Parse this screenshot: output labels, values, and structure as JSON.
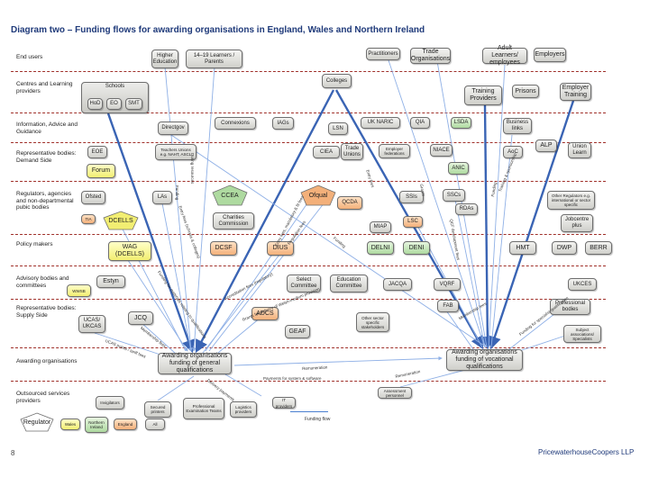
{
  "title": "Diagram two – Funding flows for awarding organisations in England, Wales and Northern Ireland",
  "rows": {
    "end_users": "End users",
    "centres": "Centres and Learning providers",
    "iag": "Information, Advice and Guidance",
    "rep_demand": "Representative bodies: Demand Side",
    "regulators": "Regulators, agencies and non-departmental pubic bodies",
    "policy": "Policy makers",
    "advisory": "Advisory bodies and committees",
    "rep_supply": "Representative bodies: Supply Side",
    "awarding": "Awarding organisations",
    "outsourced": "Outsourced services providers"
  },
  "nodes": {
    "higher_education": "Higher Education",
    "learners_parents": "14–19 Learners / Parents",
    "practitioners": "Practitioners",
    "trade_orgs": "Trade Organisations",
    "adult_learners": "Adult Learners/ employees",
    "employers": "Employers",
    "schools": "Schools",
    "hod": "HoD",
    "eo": "EO",
    "smt": "SMT",
    "colleges": "Colleges",
    "training_providers": "Training Providers",
    "prisons": "Prisons",
    "employer_training": "Employer Training",
    "directgov": "Directgov",
    "connexions": "Connexions",
    "iags": "IAGs",
    "lsn": "LSN",
    "uk_naric": "UK NARIC",
    "qia": "QIA",
    "lsda": "LSDA",
    "business_links": "Business links",
    "eoe": "EOE",
    "teachers_unions": "Teachers Unions e.g. NAHT, ASCL",
    "ciea": "CIEA",
    "trade_unions": "Trade Unions",
    "employer_federations": "Employer federations",
    "niace": "NIACE",
    "aoc": "AoC",
    "alp": "ALP",
    "union_learn": "Union Learn",
    "forum": "Forum",
    "anic": "ANIC",
    "ofsted": "Ofsted",
    "las": "LAs",
    "ccea": "CCEA",
    "ofqual": "Ofqual",
    "qcda": "QCDA",
    "sscs": "SSCs",
    "ssis": "SSIs",
    "rdas": "RDAs",
    "other_regulators": "Other Regulators e.g. international or sector specific",
    "tia": "TIA",
    "dcells": "DCELLS",
    "charities_commission": "Charities Commission",
    "miap": "MIAP",
    "lsc": "LSC",
    "jobcentre_plus": "Jobcentre plus",
    "wag": "WAG (DCELLS)",
    "dcsf": "DCSF",
    "dius": "DIUS",
    "delni": "DELNI",
    "deni": "DENI",
    "hmt": "HMT",
    "dwp": "DWP",
    "berr": "BERR",
    "estyn": "Estyn",
    "select_committee": "Select Committee",
    "education_committee": "Education Committee",
    "jacqa": "JACQA",
    "vqrf": "VQRF",
    "ukces": "UKCES",
    "wwsb": "WWSB",
    "professional_bodies": "Professional bodies",
    "ucas": "UCAS/ UKCAS",
    "jcq": "JCQ",
    "adcs": "ADCS",
    "fab": "FAB",
    "other_sector_stakeholders": "Other sector specific stakeholders",
    "geaf": "GEAF",
    "subject_associations": "Subject associations/ Specialists",
    "ao_general": "Awarding organisations funding of general qualifications",
    "ao_vocational": "Awarding organisations funding of vocational qualifications",
    "invigilators": "Invigilators",
    "secured_printers": "Secured printers",
    "professional_examination_teams": "Professional Examination Teams",
    "logistics_providers": "Logistics providers",
    "it_providers": "IT providers",
    "assessment_personnel": "Assessment personnel"
  },
  "legend": {
    "regulator": "Regulator",
    "wales": "Wales",
    "northern_ireland": "Northern Ireland",
    "england": "England",
    "all": "All",
    "funding_flow": "Funding flow"
  },
  "flow_labels": {
    "exam_fees": "Exam fees",
    "entry_fees_schools": "Entry fees (schools & colleges)",
    "funding": "Funding",
    "entry_fees_colleges": "Entry fees, mandatory & fit fees",
    "entry_fees": "Entry fees",
    "during_resources": "During resources",
    "regulation_fees": "Regulation fees",
    "accreditation_fees": "Accreditation fees (regulatory)",
    "funding_materials": "Funding for materials relating to qualifications",
    "grants_welsh": "Grants for delivery of Welsh-medium provision",
    "ucas_points": "UCAS points / tariff fees",
    "membership_fees": "Membership fees",
    "qcf_development": "QCF development fees",
    "payments": "Payments for system & software",
    "remuneration": "Remuneration",
    "remuneration2": "Remuneration",
    "delivery_payments": "Delivery payments",
    "reg_fees2": "Reg fees",
    "funding_development": "Funding for specialist qualification",
    "membership_fees2": "Membership fees",
    "training_sponsorship": "Training & sponsorship",
    "funding2": "Funding",
    "entry_fees2": "Entry fees",
    "grants": "Grants",
    "funding3": "Funding",
    "qcf_support": "QCF support & training"
  },
  "footer": {
    "page_number": "8",
    "company": "PricewaterhouseCoopers LLP"
  },
  "colors": {
    "title": "#1f3a7a",
    "divider": "#a0302a",
    "funding_flow_thick": "#3a64b4",
    "funding_flow_thin": "#8fb0e6",
    "yellow": "#f2ee72",
    "green": "#aedaa0",
    "orange": "#f3b07a",
    "grey": "#cfcfca"
  }
}
